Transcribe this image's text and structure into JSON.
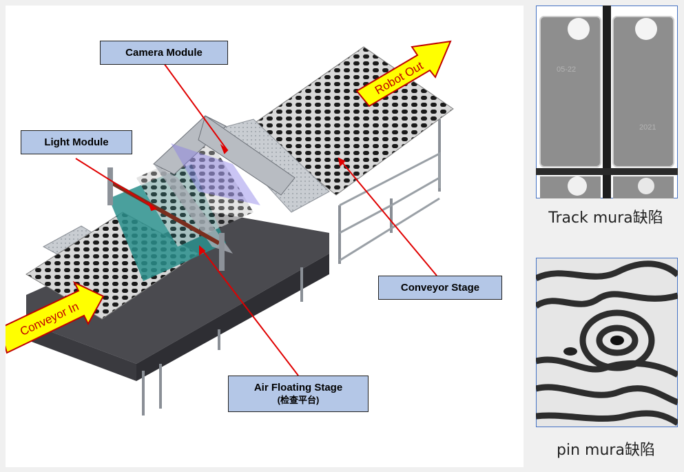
{
  "labels": {
    "camera_module": "Camera Module",
    "light_module": "Light Module",
    "conveyor_stage": "Conveyor Stage",
    "air_floating_stage": "Air Floating Stage",
    "air_floating_stage_sub": "(检查平台)"
  },
  "arrows": {
    "conveyor_in": "Conveyor In",
    "robot_out": "Robot Out"
  },
  "insets": {
    "track_caption": "Track mura缺陷",
    "pin_caption": "pin mura缺陷",
    "track_stamps": [
      "05-22",
      "2021"
    ]
  },
  "colors": {
    "label_fill": "#b4c7e7",
    "callout_line": "#e00000",
    "flow_arrow_fill": "#ffff00",
    "flow_arrow_stroke": "#c00000",
    "flow_arrow_text": "#c00000"
  }
}
